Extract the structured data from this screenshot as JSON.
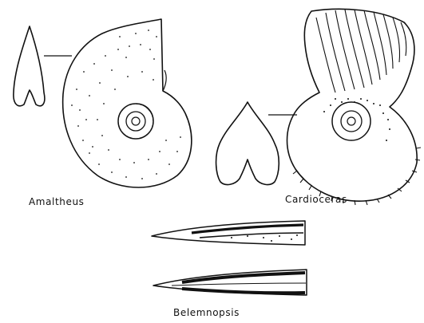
{
  "labels": {
    "amaltheus": "Amaltheus",
    "cardioceras": "Cardioceras",
    "belemnopsis": "Belemnopsis"
  },
  "colors": {
    "ink": "#111111",
    "paper": "#ffffff"
  }
}
